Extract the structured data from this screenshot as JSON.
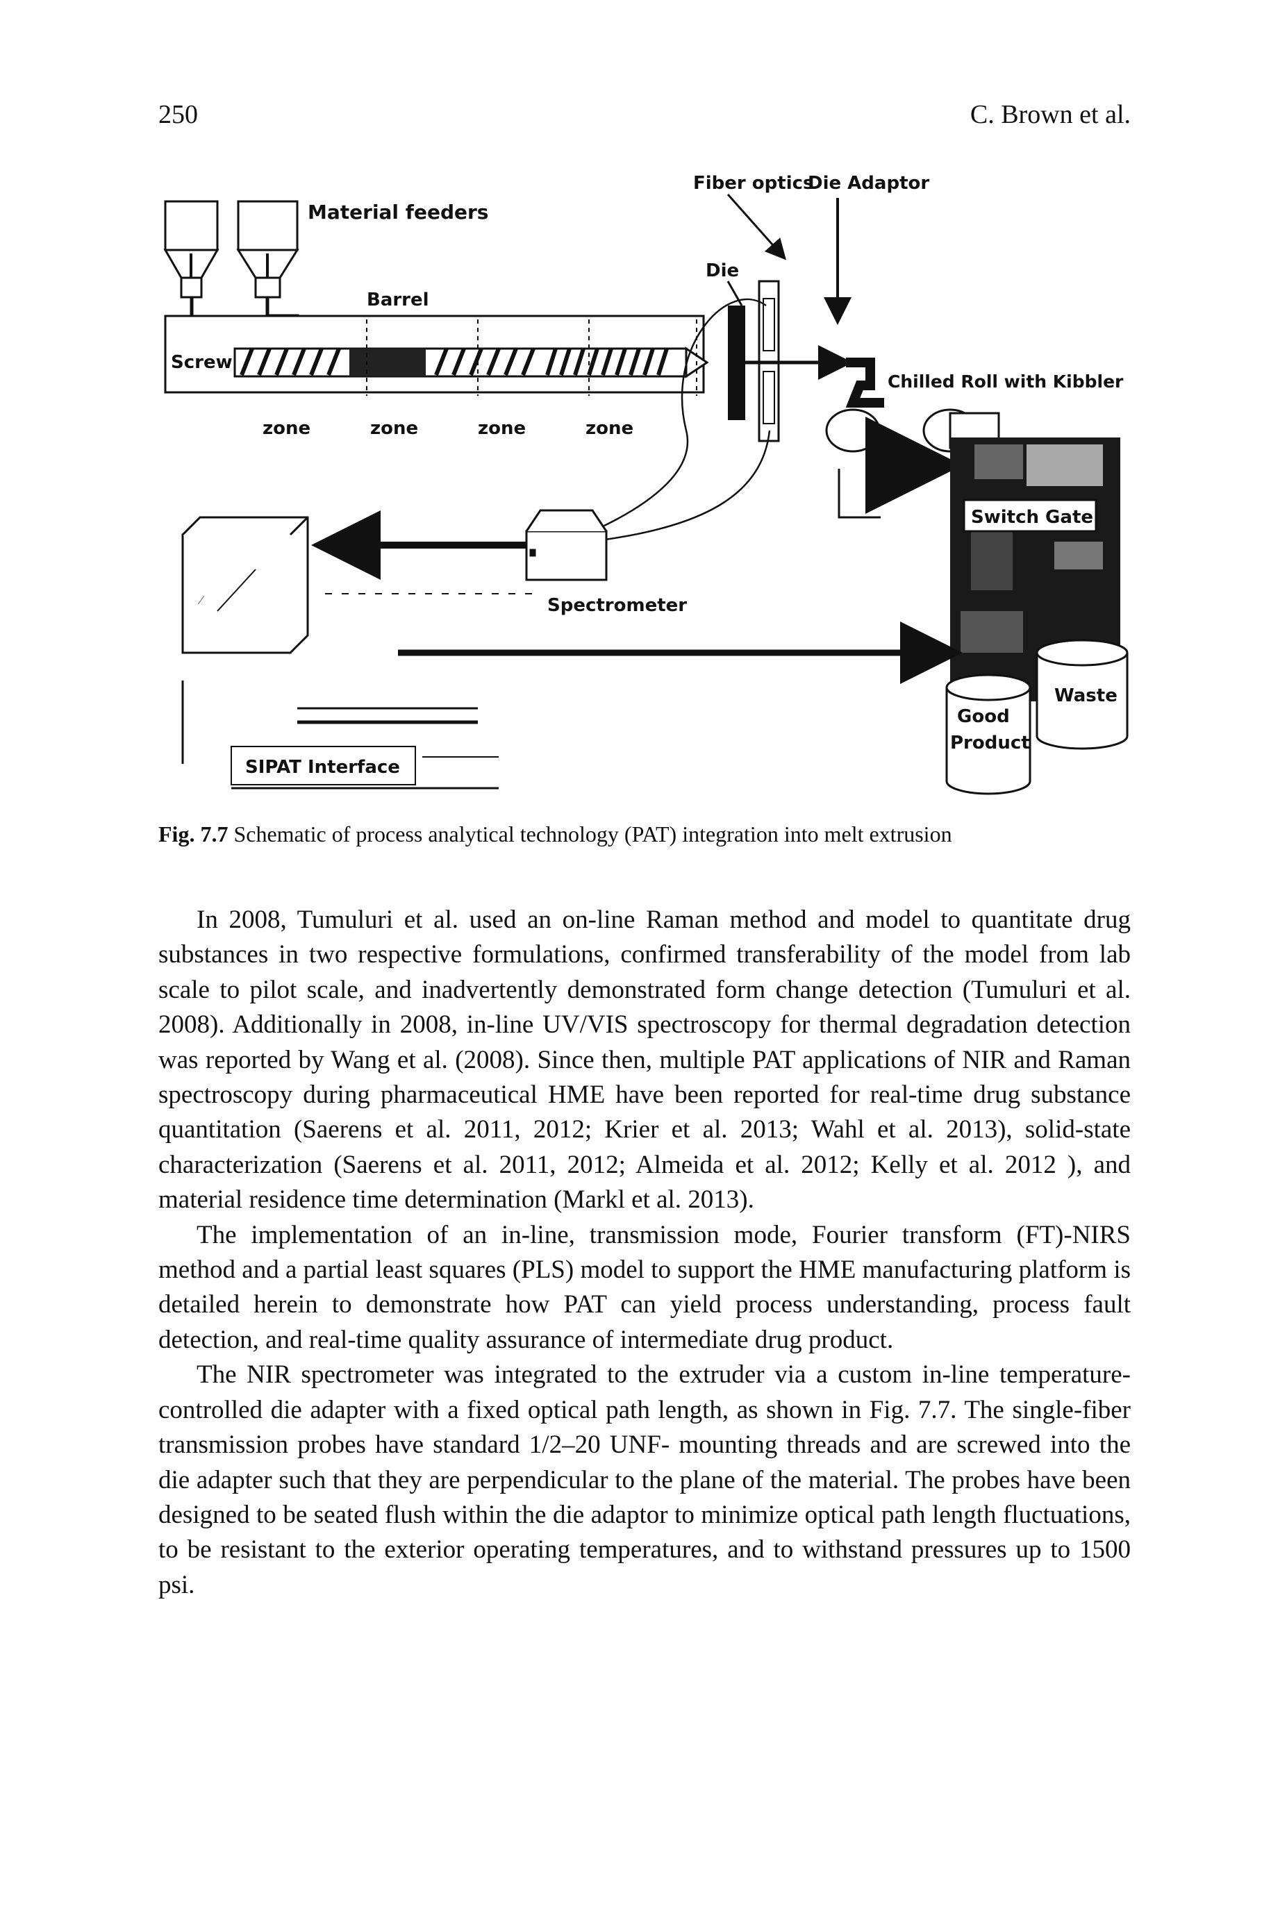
{
  "header": {
    "page_number": "250",
    "running_head": "C. Brown et al."
  },
  "figure": {
    "labels": {
      "material_feeders": "Material feeders",
      "fiber_optics": "Fiber optics",
      "die_adaptor": "Die Adaptor",
      "die": "Die",
      "barrel": "Barrel",
      "screw": "Screw",
      "zone1": "zone",
      "zone2": "zone",
      "zone3": "zone",
      "zone4": "zone",
      "chilled_roll": "Chilled Roll with Kibbler",
      "switch_gate": "Switch Gate",
      "spectrometer": "Spectrometer",
      "sipat_interface": "SIPAT Interface",
      "good_product_line1": "Good",
      "good_product_line2": "Product",
      "waste": "Waste"
    }
  },
  "caption": {
    "label": "Fig. 7.7",
    "text": "Schematic of process analytical technology (PAT) integration into melt extrusion"
  },
  "paragraphs": [
    "In 2008, Tumuluri et al. used an on-line Raman method and model to quantitate drug substances in two respective formulations, confirmed transferability of the model from lab scale to pilot scale, and inadvertently demonstrated form change detection (Tumuluri et al. 2008). Additionally in 2008, in-line UV/VIS spectroscopy for thermal degradation detection was reported by Wang et al. (2008). Since then, multiple PAT applications of NIR and Raman spectroscopy during pharmaceutical HME have been reported for real-time drug substance quantitation (Saerens et al. 2011, 2012; Krier et al. 2013; Wahl et al. 2013), solid-state characterization (Saerens et al. 2011, 2012; Almeida et al. 2012; Kelly et al. 2012 ), and material residence time determination (Markl et al. 2013).",
    "The implementation of an in-line, transmission mode, Fourier transform (FT)-NIRS method and a partial least squares (PLS) model to support the HME manufacturing platform is detailed herein to demonstrate how PAT can yield process understanding, process fault detection, and real-time quality assurance of intermediate drug product.",
    "The NIR spectrometer was integrated to the extruder via a custom in-line temperature-controlled die adapter with a fixed optical path length, as shown in Fig. 7.7. The single-fiber transmission probes have standard 1/2–20 UNF- mounting threads and are screwed into the die adapter such that they are perpendicular to the plane of the material. The probes have been designed to be seated flush within the die adaptor to minimize optical path length fluctuations, to be resistant to the exterior operating temperatures, and to withstand pressures up to 1500 psi."
  ]
}
